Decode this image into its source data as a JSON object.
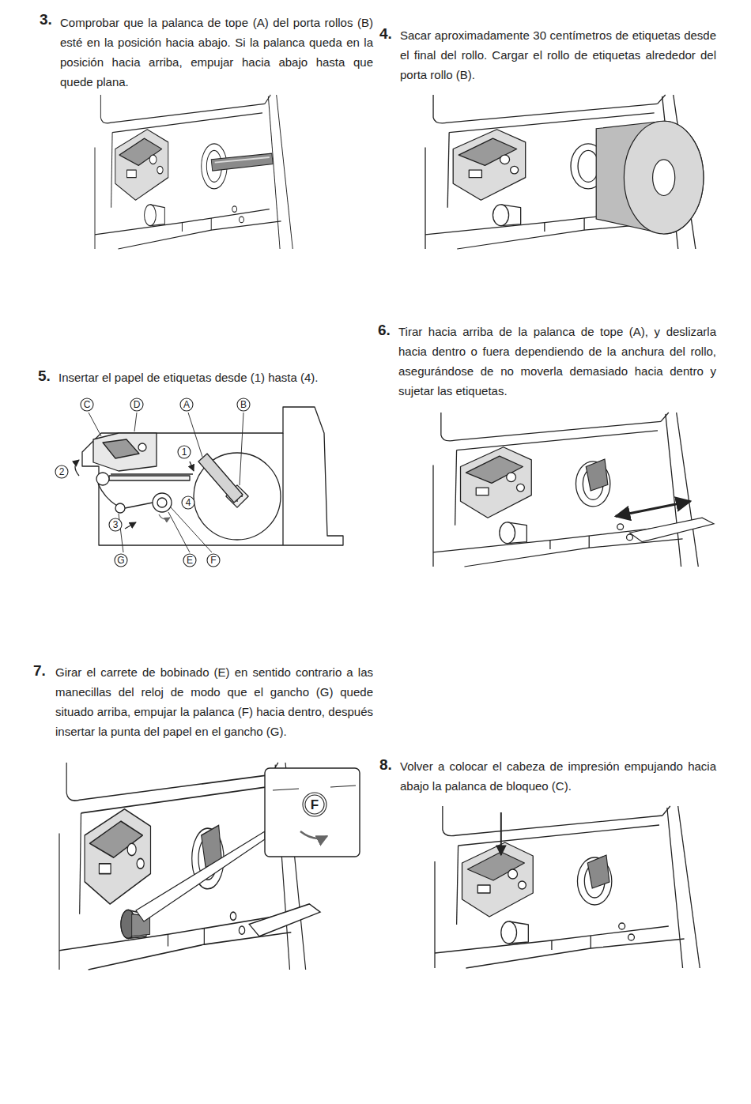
{
  "diagram": {
    "nodes": [
      {
        "text": [
          "C"
        ]
      },
      {
        "text": [
          "D"
        ]
      },
      {
        "text": [
          "A"
        ]
      },
      {
        "text": [
          "B"
        ]
      },
      {
        "text": [
          "1"
        ]
      },
      {
        "text": [
          "2"
        ]
      },
      {
        "text": [
          "3"
        ]
      },
      {
        "text": [
          "4"
        ]
      },
      {
        "text": [
          "G"
        ]
      },
      {
        "text": [
          "E"
        ]
      },
      {
        "text": [
          "F"
        ]
      },
      {
        "text": [
          "F"
        ]
      }
    ],
    "labels": [
      "3.",
      "Comprobar que la palanca de tope (A) del porta rollos (B) esté en la posición hacia abajo. Si la palanca queda en la posición hacia arriba, empujar hacia abajo hasta que quede plana.",
      "4.",
      "Sacar aproximadamente 30 centímetros de etiquetas desde el final del rollo. Cargar el rollo de etiquetas alrededor del porta rollo (B).",
      "5.",
      "Insertar el papel de etiquetas desde (1) hasta (4).",
      "6.",
      "Tirar hacia arriba de la palanca de tope (A), y deslizarla hacia dentro o fuera dependiendo de la anchura del rollo, asegurándose de no moverla demasiado hacia dentro y sujetar las etiquetas.",
      "7.",
      "Girar el carrete de bobinado (E) en sentido contrario a las manecillas del reloj de modo que el gancho (G) quede situado arriba, empujar la palanca (F) hacia dentro, después insertar la punta del papel en el gancho (G).",
      "8.",
      "Volver a colocar el cabeza de impresión empujando hacia abajo la palanca de bloqueo (C)."
    ]
  }
}
